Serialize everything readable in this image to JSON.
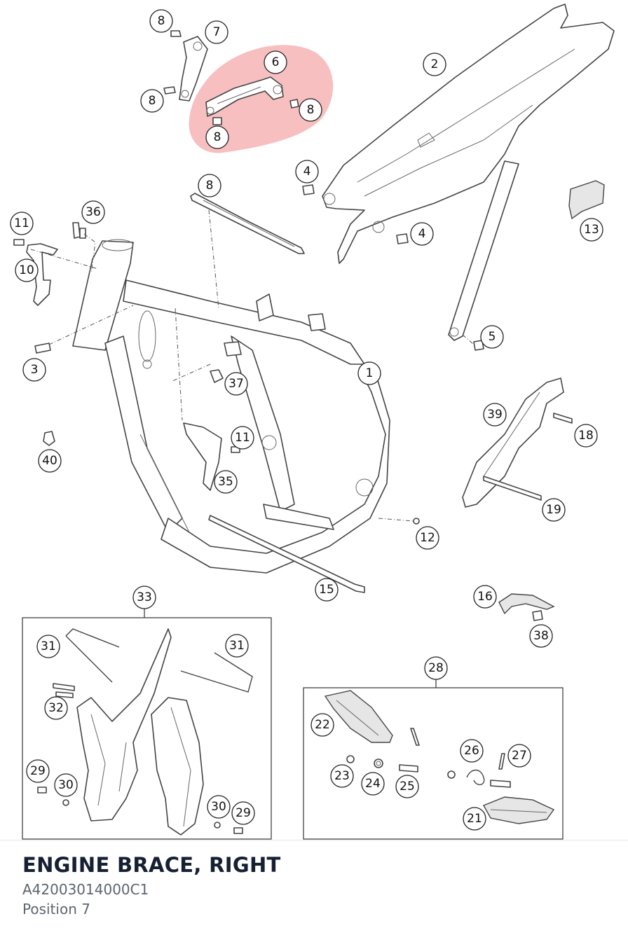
{
  "part": {
    "title": "ENGINE BRACE, RIGHT",
    "number": "A42003014000C1",
    "position_text": "Position 7"
  },
  "highlight_color": "#f08080",
  "callouts": [
    {
      "label": "8"
    },
    {
      "label": "7"
    },
    {
      "label": "6"
    },
    {
      "label": "8"
    },
    {
      "label": "8"
    },
    {
      "label": "8"
    },
    {
      "label": "2"
    },
    {
      "label": "4"
    },
    {
      "label": "4"
    },
    {
      "label": "8"
    },
    {
      "label": "13"
    },
    {
      "label": "11"
    },
    {
      "label": "36"
    },
    {
      "label": "10"
    },
    {
      "label": "3"
    },
    {
      "label": "5"
    },
    {
      "label": "1"
    },
    {
      "label": "37"
    },
    {
      "label": "39"
    },
    {
      "label": "18"
    },
    {
      "label": "40"
    },
    {
      "label": "11"
    },
    {
      "label": "35"
    },
    {
      "label": "19"
    },
    {
      "label": "12"
    },
    {
      "label": "15"
    },
    {
      "label": "33"
    },
    {
      "label": "16"
    },
    {
      "label": "38"
    },
    {
      "label": "31"
    },
    {
      "label": "31"
    },
    {
      "label": "28"
    },
    {
      "label": "32"
    },
    {
      "label": "22"
    },
    {
      "label": "26"
    },
    {
      "label": "27"
    },
    {
      "label": "29"
    },
    {
      "label": "30"
    },
    {
      "label": "23"
    },
    {
      "label": "24"
    },
    {
      "label": "25"
    },
    {
      "label": "21"
    },
    {
      "label": "30"
    },
    {
      "label": "29"
    }
  ]
}
